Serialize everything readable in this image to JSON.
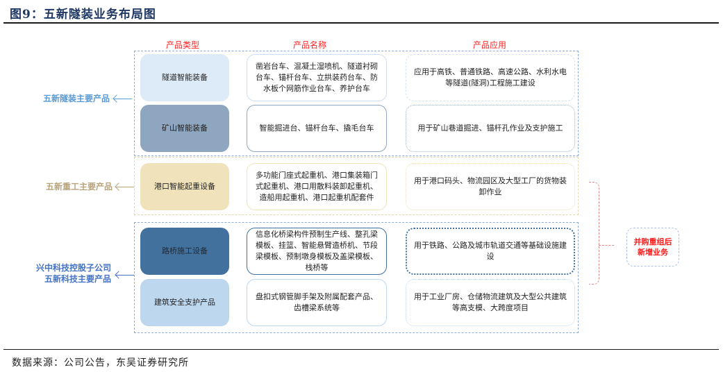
{
  "figure": {
    "title": "图9：五新隧装业务布局图",
    "source": "数据来源：公司公告，东吴证券研究所"
  },
  "columns": {
    "type": "产品类型",
    "name": "产品名称",
    "application": "产品应用"
  },
  "groups": [
    {
      "label": "五新隧装主要产品",
      "color": "#5b9bd5"
    },
    {
      "label": "五新重工主要产品",
      "color": "#b8a47c"
    },
    {
      "label_line1": "兴中科技控股子公司",
      "label_line2": "五新科技主要产品",
      "color": "#4472c4"
    }
  ],
  "rows": [
    {
      "type": "隧道智能装备",
      "type_bg": "#ddeaf8",
      "name": "凿岩台车、混凝土湿喷机、隧道衬砌台车、锚杆台车、立拱装药台车、防水板个网筋作业台车、养护台车",
      "application": "应用于高铁、普通铁路、高速公路、水利水电等隧道(隧洞)工程施工建设"
    },
    {
      "type": "矿山智能装备",
      "type_bg": "#8ea6bf",
      "name": "智能掘进台、锚杆台车、撬毛台车",
      "application": "用于矿山巷道掘进、锚杆孔作业及支护施工"
    },
    {
      "type": "港口智能起重设备",
      "type_bg": "#f0e3bb",
      "name": "多功能门座式起重机、港口集装箱门式起重机、港口用散料装卸起重机、造船用起重机、港口起重机配套件",
      "application": "用于港口码头、物流园区及大型工厂的货物装卸作业"
    },
    {
      "type": "路桥施工设备",
      "type_bg": "#41719c",
      "name": "信息化桥梁构件预制生产线、整孔梁模板、挂篮、智能悬臂造桥机、节段梁模板、预制墩身模板及盖梁模板、栈桥等",
      "application": "用于铁路、公路及城市轨道交通等基础设施建设"
    },
    {
      "type": "建筑安全支护产品",
      "type_bg": "#bdd7ee",
      "name": "盘扣式钢管脚手架及附属配套产品、齿槽梁系统等",
      "application": "用于工业厂房、仓储物流建筑及大型公共建筑等高支模、大跨度项目"
    }
  ],
  "new_business": {
    "line1": "并购重组后",
    "line2": "新增业务",
    "color": "#ff1a1a"
  }
}
